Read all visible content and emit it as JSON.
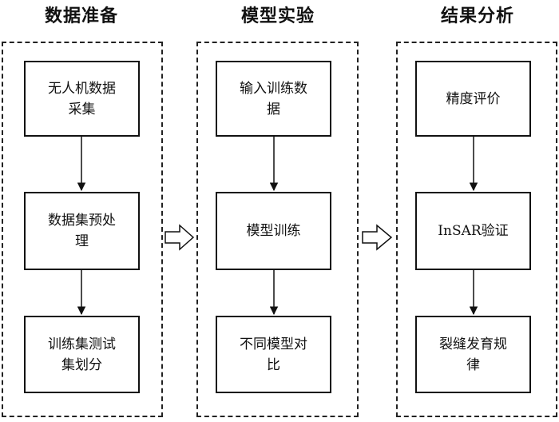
{
  "stages": [
    {
      "title": "数据准备",
      "steps": [
        "无人机数据采集",
        "数据集预处理",
        "训练集测试集划分"
      ]
    },
    {
      "title": "模型实验",
      "steps": [
        "输入训练数据",
        "模型训练",
        "不同模型对比"
      ]
    },
    {
      "title": "结果分析",
      "steps": [
        "精度评价",
        "InSAR验证",
        "裂缝发育规律"
      ]
    }
  ],
  "colors": {
    "stroke": "#111111",
    "background": "#ffffff"
  }
}
